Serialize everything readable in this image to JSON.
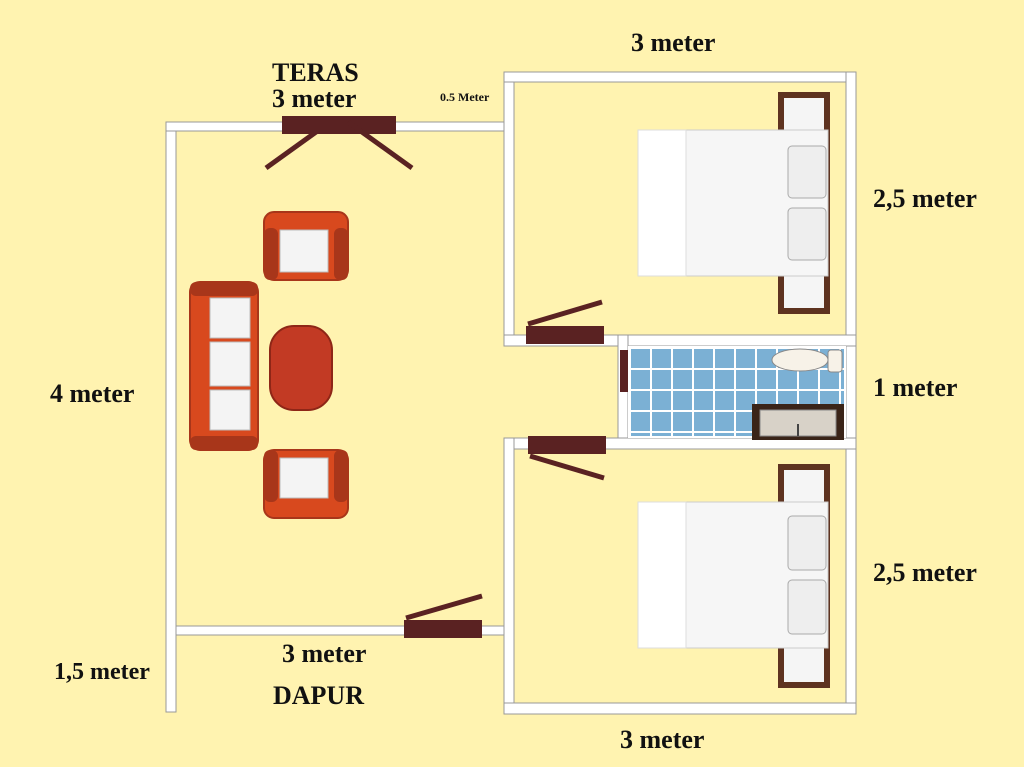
{
  "colors": {
    "background": "#fff3b0",
    "wall": "#ffffff",
    "wall_outline": "#999999",
    "door": "#5a2222",
    "sofa": "#d8491e",
    "sofa_dark": "#a8361a",
    "table": "#c23a24",
    "bed_frame": "#5e3320",
    "bed_sheet": "#f6f6f6",
    "tile": "#7bb0d4",
    "tile_grout": "#ffffff"
  },
  "labels": {
    "top_right_width": "3 meter",
    "teras_title": "TERAS",
    "teras_width": "3 meter",
    "offset": "0.5 Meter",
    "bedroom1_height": "2,5 meter",
    "living_height": "4 meter",
    "bathroom_height": "1 meter",
    "bedroom2_height": "2,5 meter",
    "kitchen_width": "3 meter",
    "kitchen_height": "1,5 meter",
    "kitchen_title": "DAPUR",
    "bottom_right_width": "3 meter"
  },
  "icons": {
    "sofa": "sofa-icon",
    "armchair": "armchair-icon",
    "coffee_table": "coffee-table-icon",
    "bed": "bed-icon",
    "toilet": "toilet-icon",
    "sink": "sink-icon",
    "door": "door-icon"
  }
}
